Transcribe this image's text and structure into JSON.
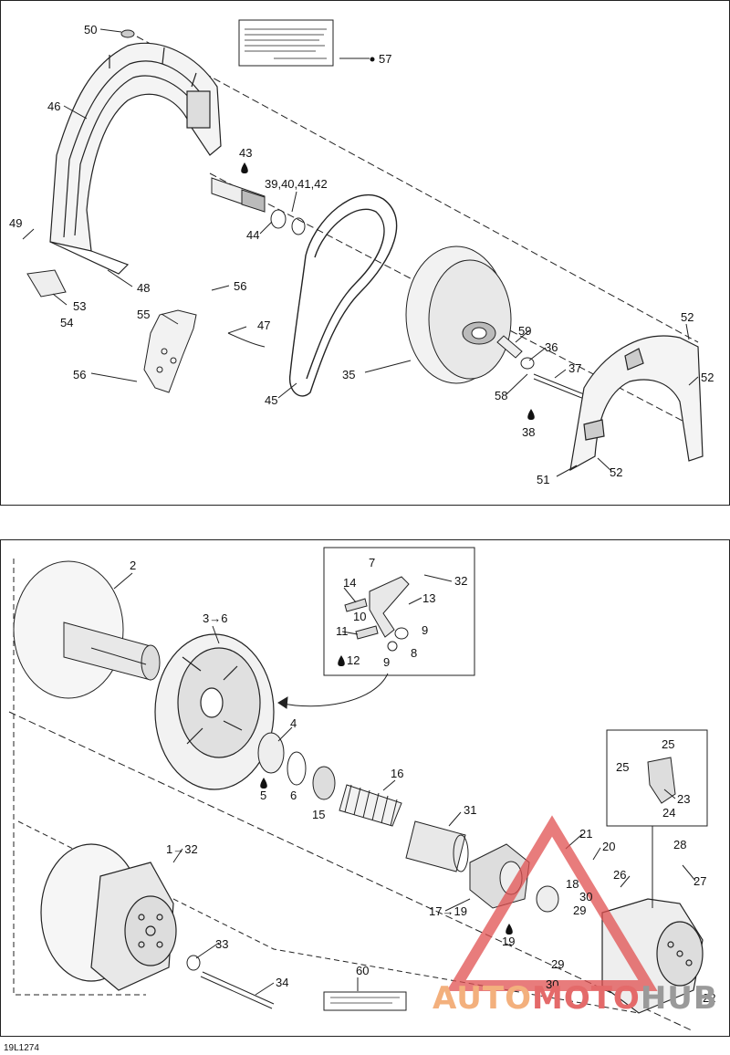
{
  "diagram": {
    "image_code": "19L1274",
    "watermark": {
      "part1": "AUTO",
      "part2": "MOTO",
      "part3": "HUB"
    },
    "callouts_top": [
      "50",
      "57",
      "46",
      "43",
      "39,40,41,42",
      "49",
      "44",
      "48",
      "53",
      "56",
      "54",
      "55",
      "47",
      "59",
      "36",
      "52",
      "56",
      "35",
      "58",
      "37",
      "45",
      "38",
      "52",
      "51",
      "52"
    ],
    "callouts_bottom": [
      "2",
      "7",
      "32",
      "14",
      "13",
      "3→6",
      "11",
      "10",
      "9",
      "12",
      "9",
      "8",
      "4",
      "16",
      "5",
      "6",
      "15",
      "31",
      "25",
      "25",
      "23",
      "24",
      "21",
      "20",
      "28",
      "1→32",
      "26",
      "27",
      "18",
      "30",
      "17→19",
      "29",
      "19",
      "33",
      "29",
      "34",
      "60",
      "30",
      "22"
    ]
  }
}
